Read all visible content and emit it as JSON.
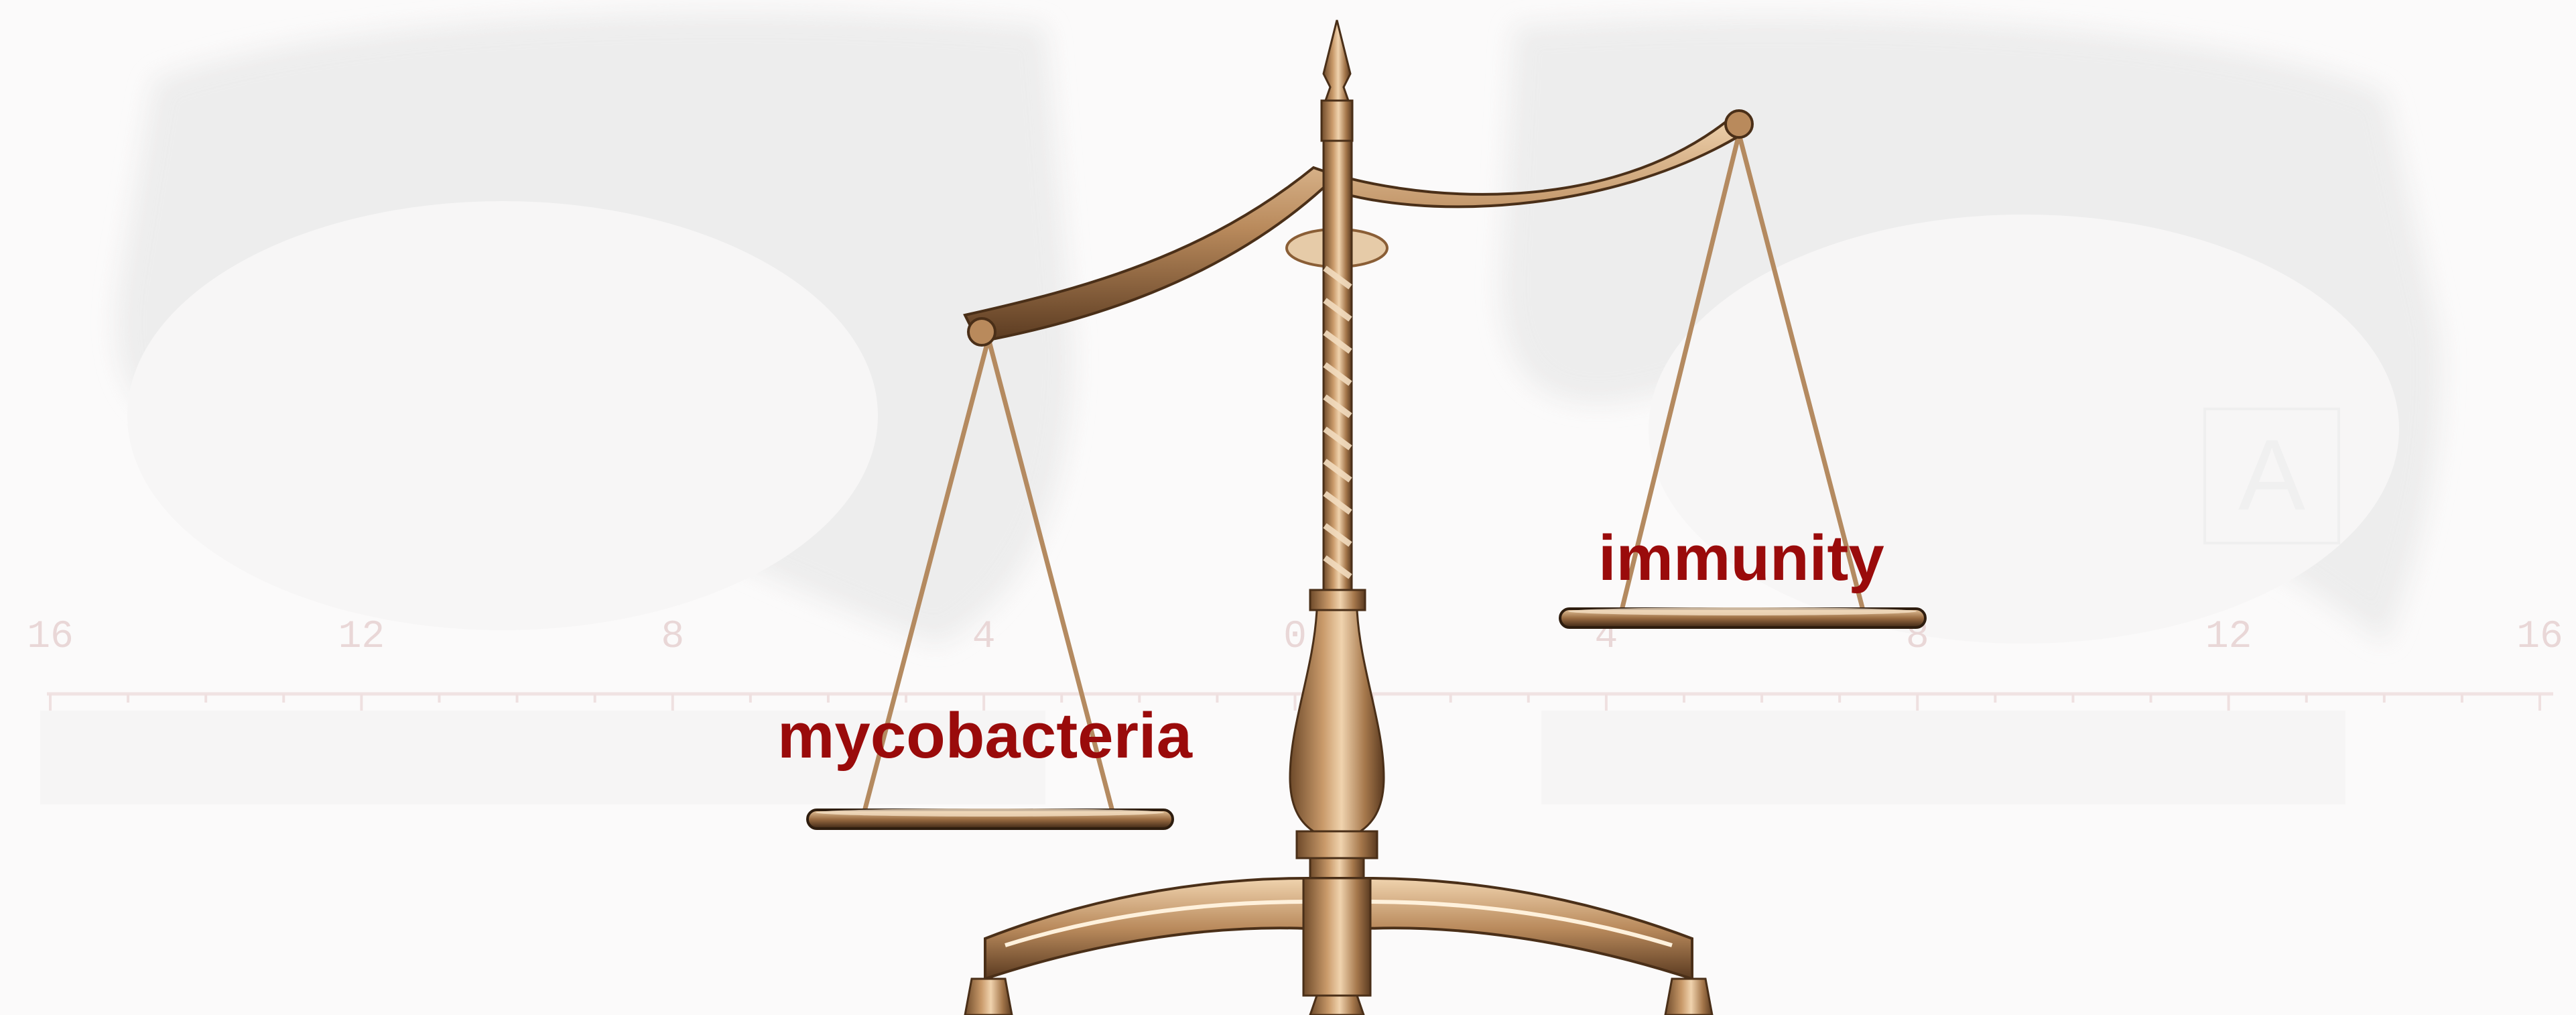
{
  "labels": {
    "left_pan": "mycobacteria",
    "right_pan": "immunity"
  },
  "background": {
    "ruler_ticks": [
      "16",
      "12",
      "8",
      "4",
      "0",
      "4",
      "8",
      "12",
      "16"
    ],
    "corner_letter": "A"
  },
  "scale": {
    "tilt": "left pan lower than right pan",
    "left_pan": "lower",
    "right_pan": "higher"
  },
  "colors": {
    "label_text": "#9a0b0b",
    "brass": "#b98a5c",
    "brass_dark": "#6e4a2a",
    "brass_light": "#e3c29a",
    "background": "#fbfafa",
    "lung_overlay": "#ececec",
    "ruler": "#efe0e0"
  },
  "icons": {
    "main_figure": "balance-scale-icon",
    "backdrop": "lung-ct-scan-icon"
  }
}
